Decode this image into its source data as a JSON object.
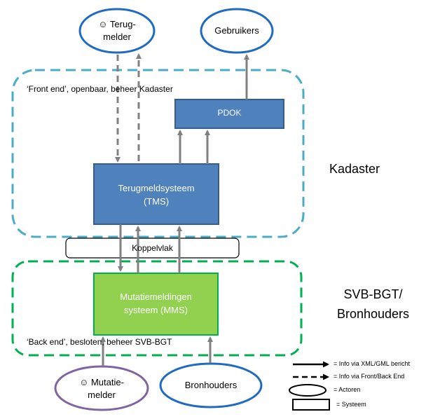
{
  "actors": {
    "terugmelder": {
      "icon": "☺",
      "line1": "Terug-",
      "line2": "melder"
    },
    "gebruikers": {
      "label": "Gebruikers"
    },
    "mutatiemelder": {
      "icon": "☺",
      "line1": "Mutatie-",
      "line2": "melder"
    },
    "bronhouders": {
      "label": "Bronhouders"
    }
  },
  "zones": {
    "front_end": {
      "label": "‘Front end’, openbaar, beheer Kadaster"
    },
    "back_end": {
      "label": "‘Back end’, besloten,  beheer SVB-BGT"
    }
  },
  "systems": {
    "pdok": {
      "label": "PDOK"
    },
    "tms": {
      "line1": "Terugmeldsysteem",
      "line2": "(TMS)"
    },
    "mms": {
      "line1": "Mutatiemeldingen",
      "line2": "systeem (MMS)"
    },
    "koppelvlak": {
      "label": "Koppelvlak"
    }
  },
  "organisations": {
    "kadaster": "Kadaster",
    "svb_line1": "SVB-BGT/",
    "svb_line2": "Bronhouders"
  },
  "legend": {
    "xml": "= Info via XML/GML bericht",
    "front_back": "= Info via Front/Back End",
    "actoren": "= Actoren",
    "systeem": "= Systeem"
  },
  "colors": {
    "front_zone": "#4bacc6",
    "back_zone": "#00b050",
    "system_blue": "#4f81bd",
    "system_blue_border": "#385d8a",
    "system_green": "#92d050",
    "system_green_border": "#00b050",
    "actor_blue": "#1f6bc2",
    "actor_purple": "#8064a2",
    "arrow": "#808080"
  }
}
